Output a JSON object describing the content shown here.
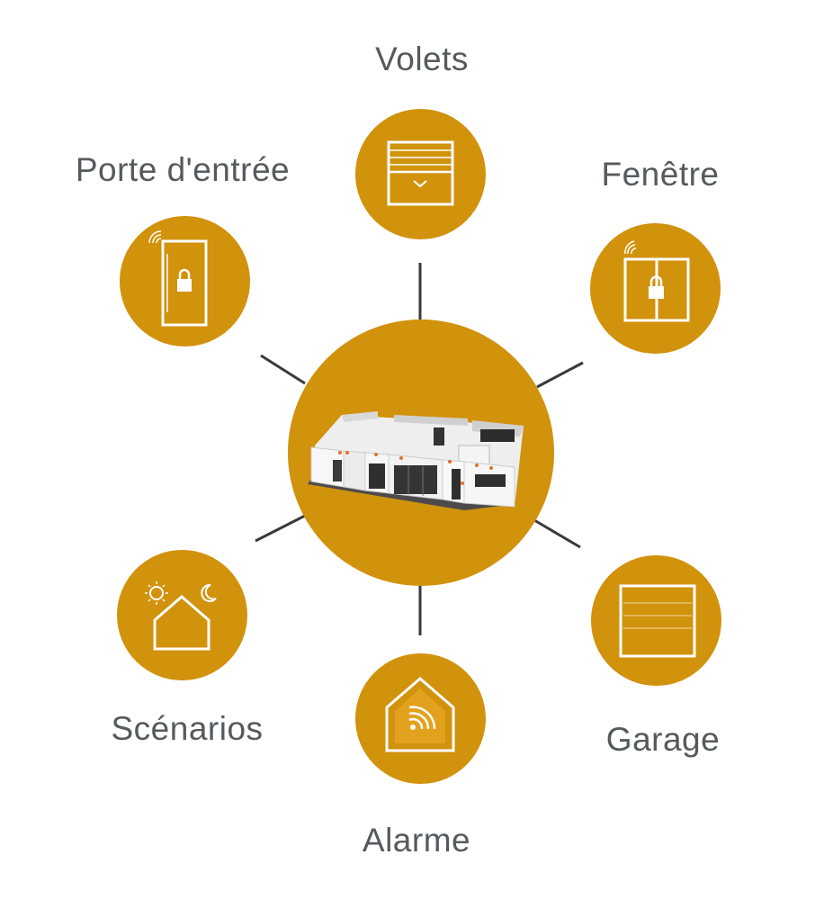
{
  "colors": {
    "accent": "#d1920c",
    "line": "#3a3a3a",
    "text": "#555a5e",
    "icon": "#ffffff"
  },
  "hub": {
    "icon": "house-3d-illustration"
  },
  "nodes": {
    "volets": {
      "label": "Volets",
      "icon": "roller-shutter-icon"
    },
    "fenetre": {
      "label": "Fenêtre",
      "icon": "window-lock-icon"
    },
    "garage": {
      "label": "Garage",
      "icon": "garage-door-icon"
    },
    "alarme": {
      "label": "Alarme",
      "icon": "house-alarm-icon"
    },
    "scenarios": {
      "label": "Scénarios",
      "icon": "day-night-house-icon"
    },
    "porte": {
      "label": "Porte d'entrée",
      "icon": "door-lock-icon"
    }
  }
}
